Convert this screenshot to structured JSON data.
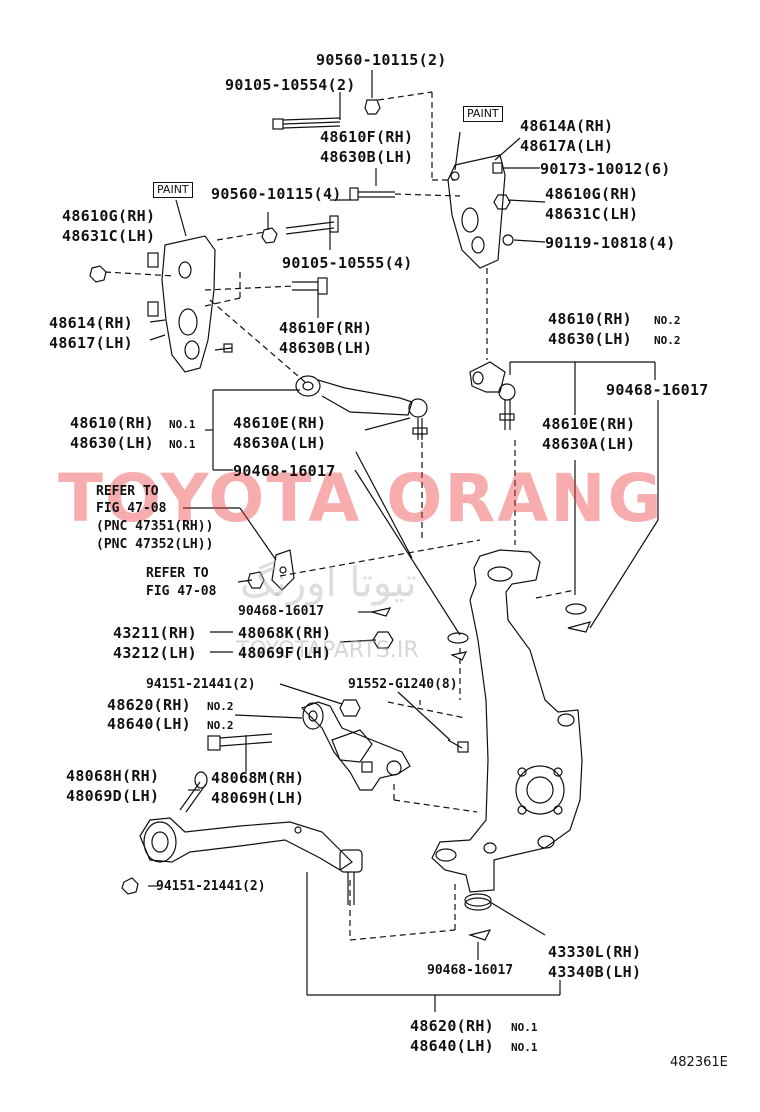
{
  "labels": {
    "p90560_top": "90560-10115(2)",
    "p90105_top": "90105-10554(2)",
    "p48610F_top": "48610F(RH)",
    "p48630B_top": "48630B(LH)",
    "paint_right": "PAINT",
    "p48614A": "48614A(RH)",
    "p48617A": "48617A(LH)",
    "p90173": "90173-10012(6)",
    "p48610G_r": "48610G(RH)",
    "p48631C_r": "48631C(LH)",
    "p90119": "90119-10818(4)",
    "paint_left": "PAINT",
    "p48610G_l": "48610G(RH)",
    "p48631C_l": "48631C(LH)",
    "p90560_mid": "90560-10115(4)",
    "p90105_mid": "90105-10555(4)",
    "p48610F_mid": "48610F(RH)",
    "p48630B_mid": "48630B(LH)",
    "p48614": "48614(RH)",
    "p48617": "48617(LH)",
    "p48610_no2": "48610(RH)",
    "p48630_no2": "48630(LH)",
    "no2_a": "NO.2",
    "no2_b": "NO.2",
    "p90468_r1": "90468-16017",
    "p48610E_r": "48610E(RH)",
    "p48630A_r": "48630A(LH)",
    "p48610_no1": "48610(RH)",
    "p48630_no1": "48630(LH)",
    "no1_a": "NO.1",
    "no1_b": "NO.1",
    "p48610E_c": "48610E(RH)",
    "p48630A_c": "48630A(LH)",
    "p90468_c": "90468-16017",
    "refer1_a": "REFER TO",
    "refer1_b": "FIG 47-08",
    "refer1_c": "(PNC 47351(RH))",
    "refer1_d": "(PNC 47352(LH))",
    "refer2_a": "REFER TO",
    "refer2_b": "FIG 47-08",
    "p90468_m": "90468-16017",
    "p43211": "43211(RH)",
    "p43212": "43212(LH)",
    "p48068K": "48068K(RH)",
    "p48069F": "48069F(LH)",
    "p94151_a": "94151-21441(2)",
    "p91552": "91552-G1240(8)",
    "p48620_no2": "48620(RH)",
    "p48640_no2": "48640(LH)",
    "no2_c": "NO.2",
    "no2_d": "NO.2",
    "p48068H": "48068H(RH)",
    "p48069D": "48069D(LH)",
    "p48068M": "48068M(RH)",
    "p48069H": "48069H(LH)",
    "p94151_b": "94151-21441(2)",
    "p43330L": "43330L(RH)",
    "p43340B": "43340B(LH)",
    "p90468_b": "90468-16017",
    "p48620_no1": "48620(RH)",
    "p48640_no1": "48640(LH)",
    "no1_c": "NO.1",
    "no1_d": "NO.1"
  },
  "watermarks": {
    "main": "TOYOTA ORANG",
    "arabic": "تيوتا اورنگ",
    "parts": "TOYOTAPARTS.IR"
  },
  "diagram_id": "482361E",
  "colors": {
    "ink": "#111111",
    "watermark_red": "#ec3c3c",
    "watermark_gray": "#b4b4b4"
  }
}
